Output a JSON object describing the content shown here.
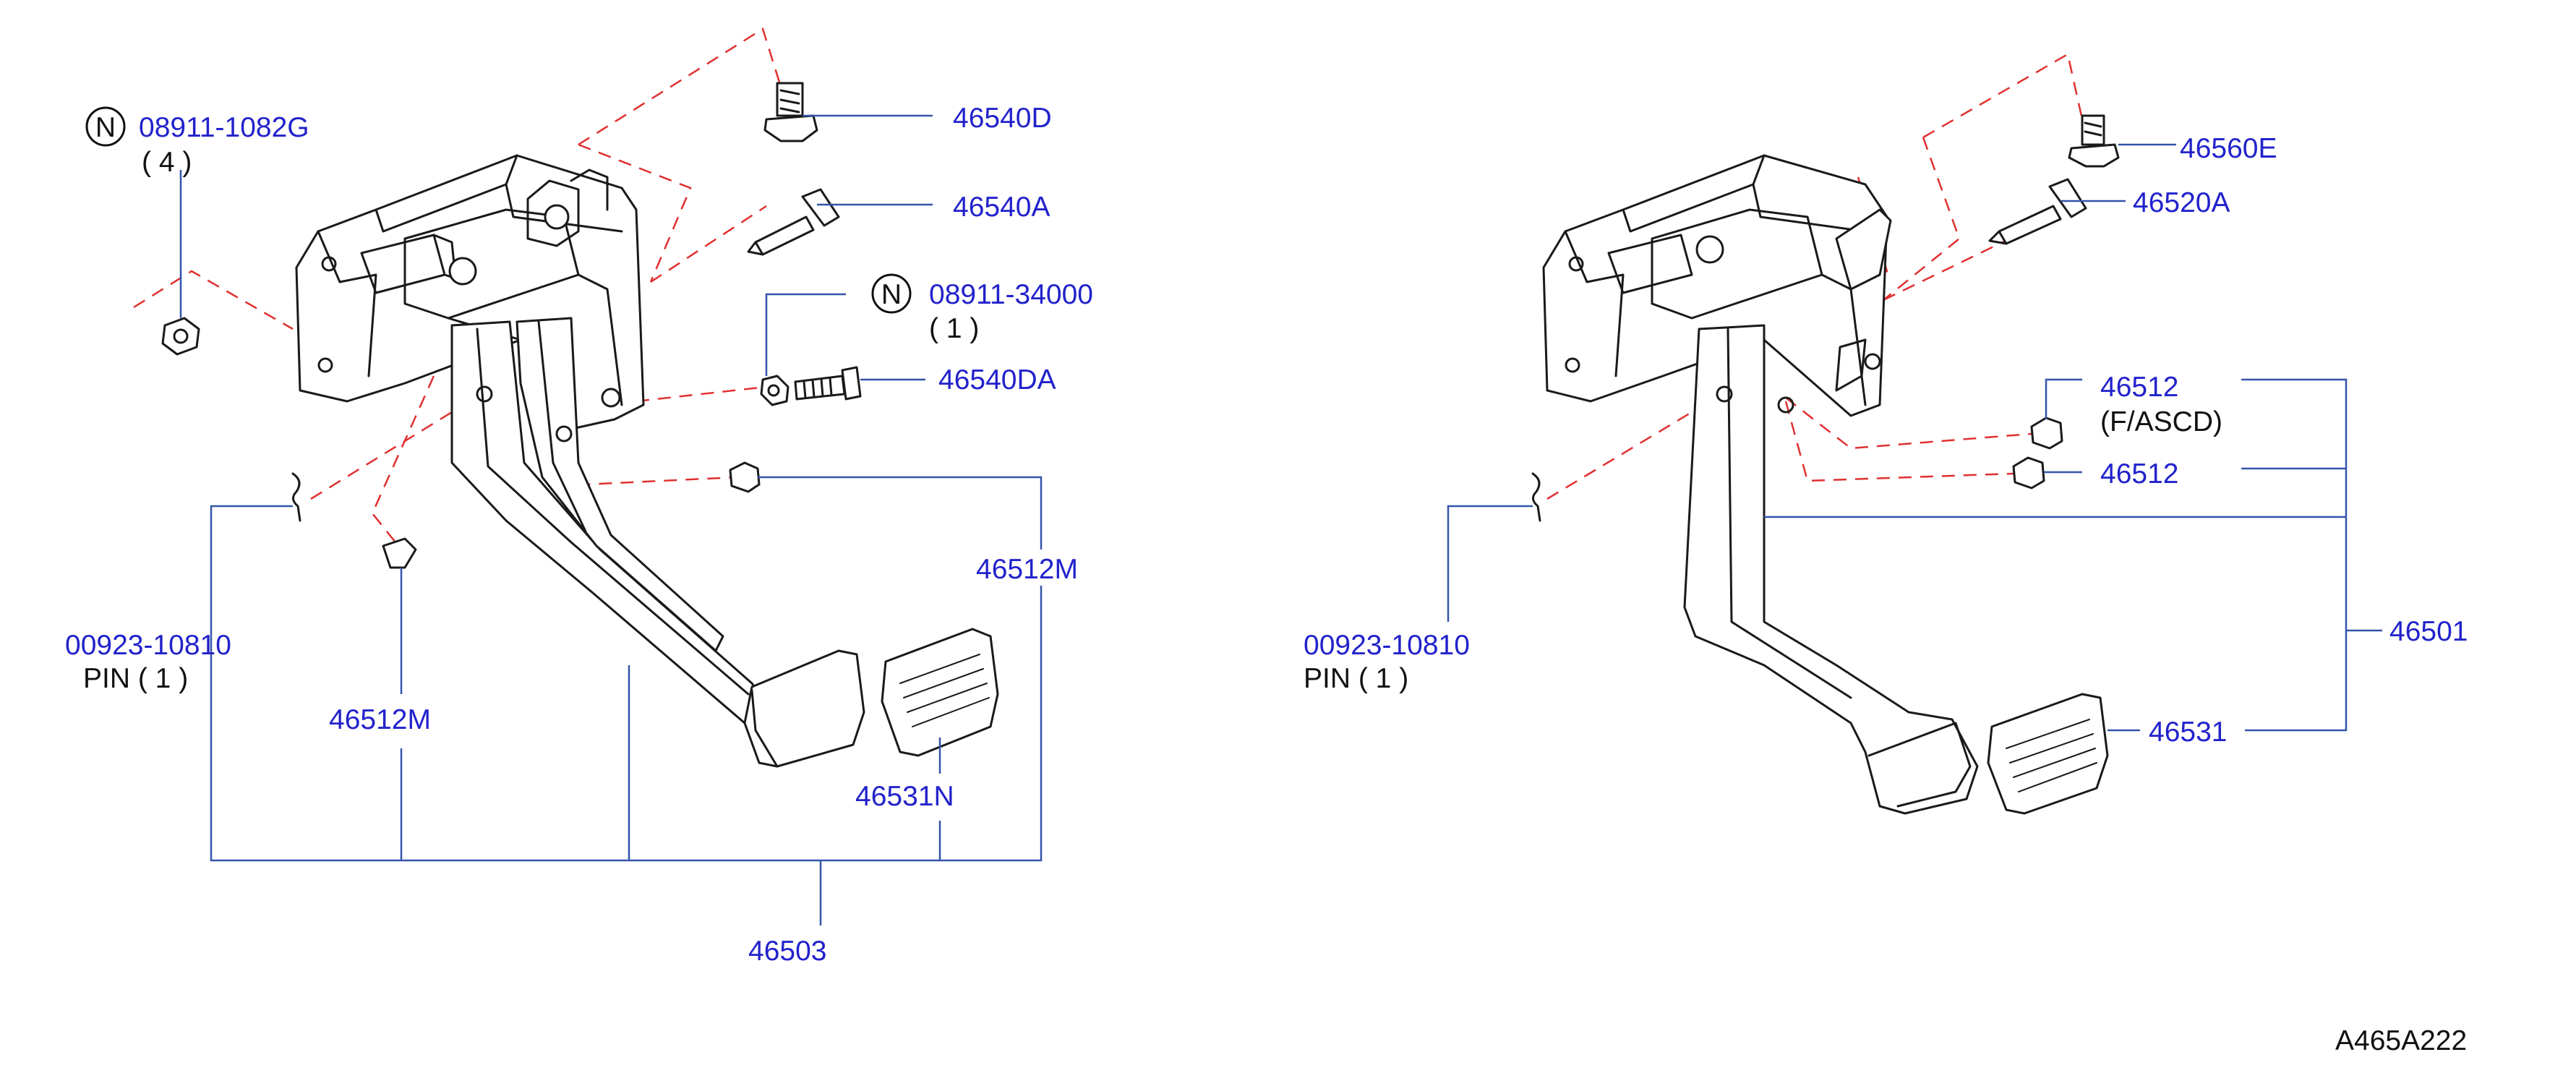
{
  "diagram": {
    "ref_code": "A465A222",
    "left_assembly": {
      "callouts": {
        "nut_1": {
          "marker": "N",
          "part": "08911-1082G",
          "qty": "( 4 )"
        },
        "bolt_top": {
          "part": "46540D"
        },
        "bolt_long": {
          "part": "46540A"
        },
        "nut_2": {
          "marker": "N",
          "part": "08911-34000",
          "qty": "( 1 )"
        },
        "bolt_small": {
          "part": "46540DA"
        },
        "pin": {
          "part": "00923-10810",
          "desc": "PIN ( 1 )"
        },
        "stopper_right": {
          "part": "46512M"
        },
        "stopper_left": {
          "part": "46512M"
        },
        "pad": {
          "part": "46531N"
        },
        "assembly": {
          "part": "46503"
        }
      }
    },
    "right_assembly": {
      "callouts": {
        "bolt_top": {
          "part": "46560E"
        },
        "bolt_long": {
          "part": "46520A"
        },
        "stopper_1": {
          "part": "46512",
          "note": "(F/ASCD)"
        },
        "stopper_2": {
          "part": "46512"
        },
        "pin": {
          "part": "00923-10810",
          "desc": "PIN ( 1 )"
        },
        "assembly": {
          "part": "46501"
        },
        "pad": {
          "part": "46531"
        }
      }
    }
  }
}
